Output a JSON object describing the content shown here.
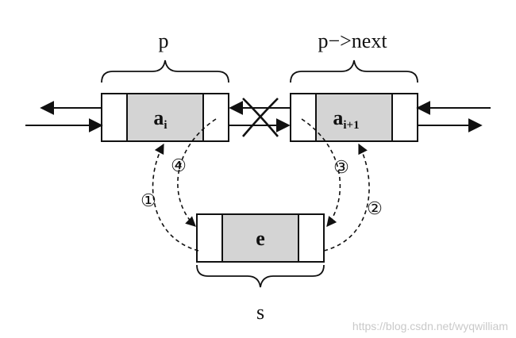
{
  "labels": {
    "p": "p",
    "p_next": "p−>next",
    "s": "s"
  },
  "nodes": {
    "left": {
      "data": "a",
      "sub": "i"
    },
    "right": {
      "data": "a",
      "sub": "i+1"
    },
    "new": {
      "data": "e"
    }
  },
  "steps": [
    "①",
    "②",
    "③",
    "④"
  ],
  "watermark": "https://blog.csdn.net/wyqwilliam",
  "colors": {
    "ink": "#111111",
    "data_fill": "#d4d4d4",
    "watermark": "#c9c9c9"
  }
}
